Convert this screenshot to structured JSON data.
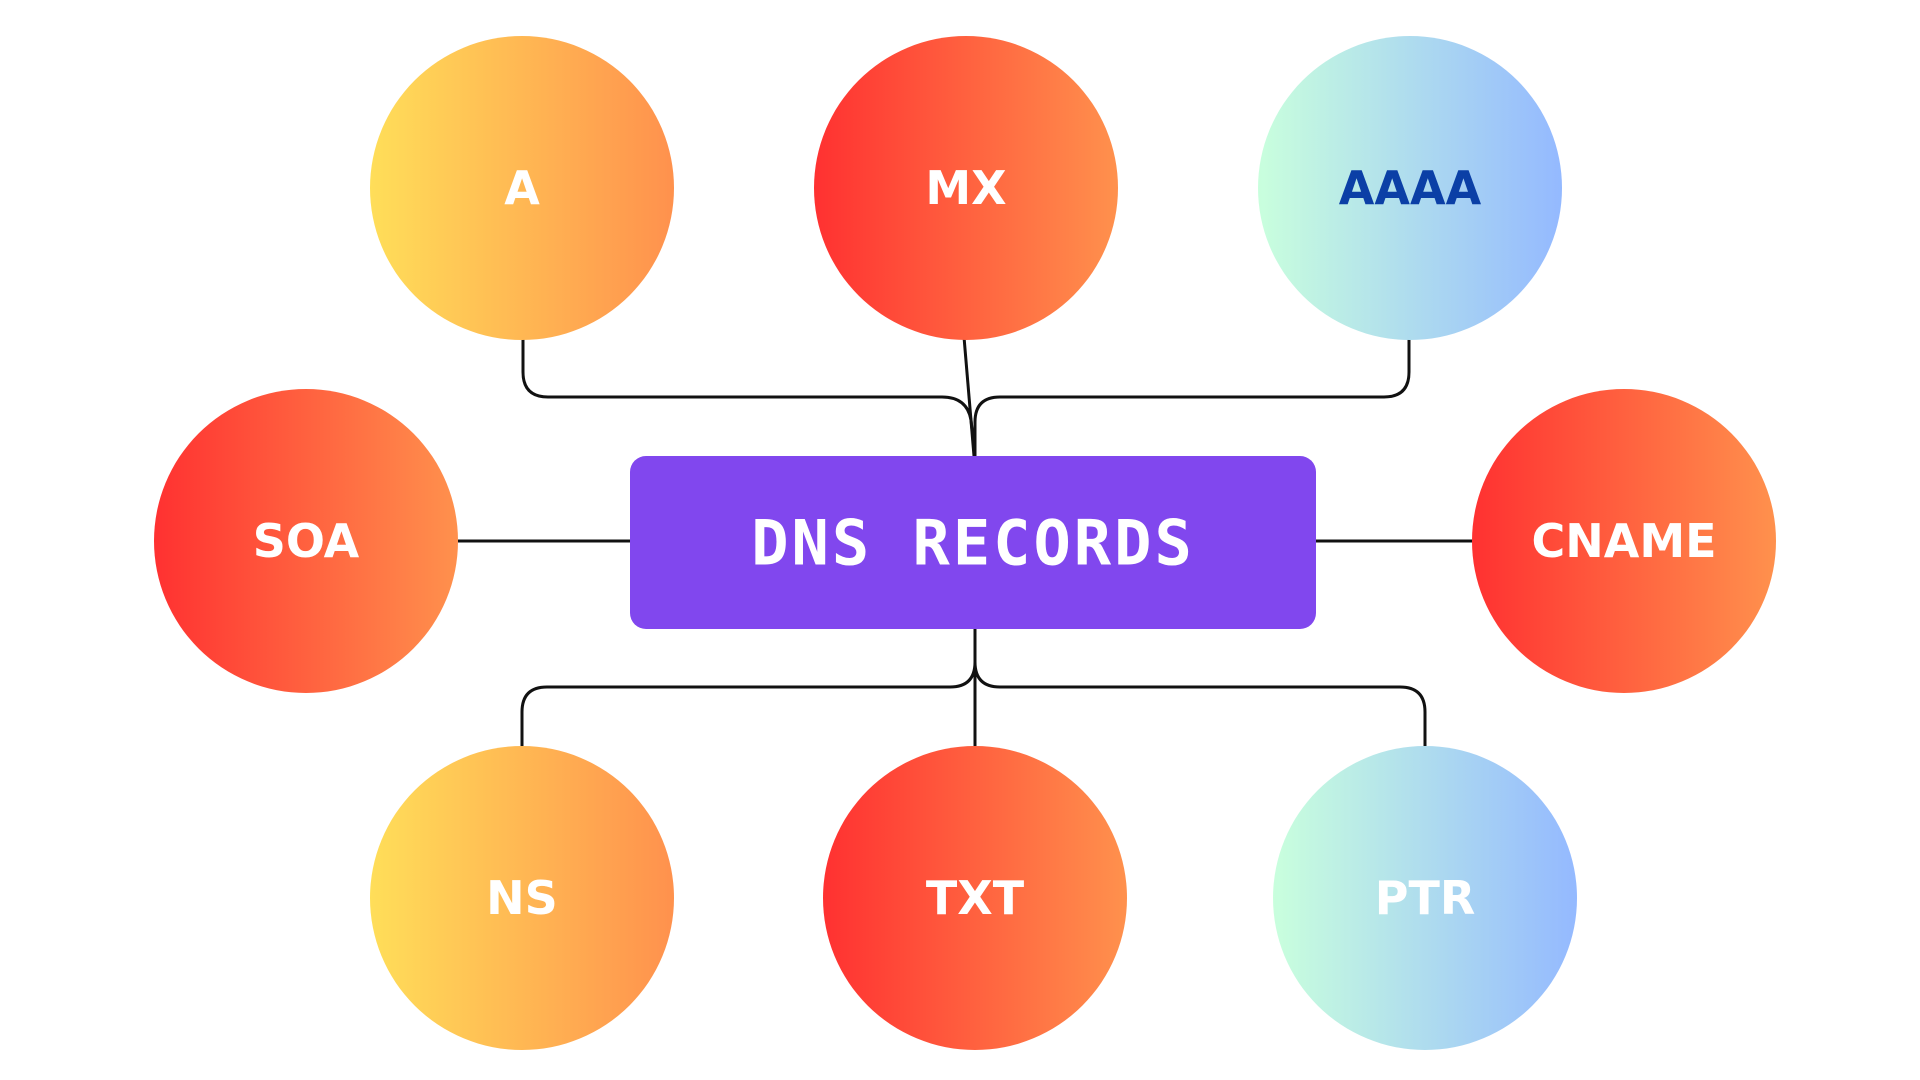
{
  "center": {
    "label": "DNS RECORDS",
    "color": "#8147EE"
  },
  "nodes": [
    {
      "id": "a",
      "label": "A",
      "gradient": "yellow-orange",
      "text_color": "#FFFFFF"
    },
    {
      "id": "mx",
      "label": "MX",
      "gradient": "red-orange",
      "text_color": "#FFFFFF"
    },
    {
      "id": "aaaa",
      "label": "AAAA",
      "gradient": "mint-blue",
      "text_color": "#0B3FA6"
    },
    {
      "id": "soa",
      "label": "SOA",
      "gradient": "red-orange",
      "text_color": "#FFFFFF"
    },
    {
      "id": "cname",
      "label": "CNAME",
      "gradient": "red-orange",
      "text_color": "#FFFFFF"
    },
    {
      "id": "ns",
      "label": "NS",
      "gradient": "yellow-orange",
      "text_color": "#FFFFFF"
    },
    {
      "id": "txt",
      "label": "TXT",
      "gradient": "red-orange",
      "text_color": "#FFFFFF"
    },
    {
      "id": "ptr",
      "label": "PTR",
      "gradient": "mint-blue",
      "text_color": "#FFFFFF"
    }
  ],
  "gradients": {
    "yellow-orange": [
      "#FFDE59",
      "#FF914D"
    ],
    "red-orange": [
      "#FF3131",
      "#FF914D"
    ],
    "mint-blue": [
      "#C9FFDD",
      "#94B9FF"
    ]
  },
  "connector_color": "#111111"
}
